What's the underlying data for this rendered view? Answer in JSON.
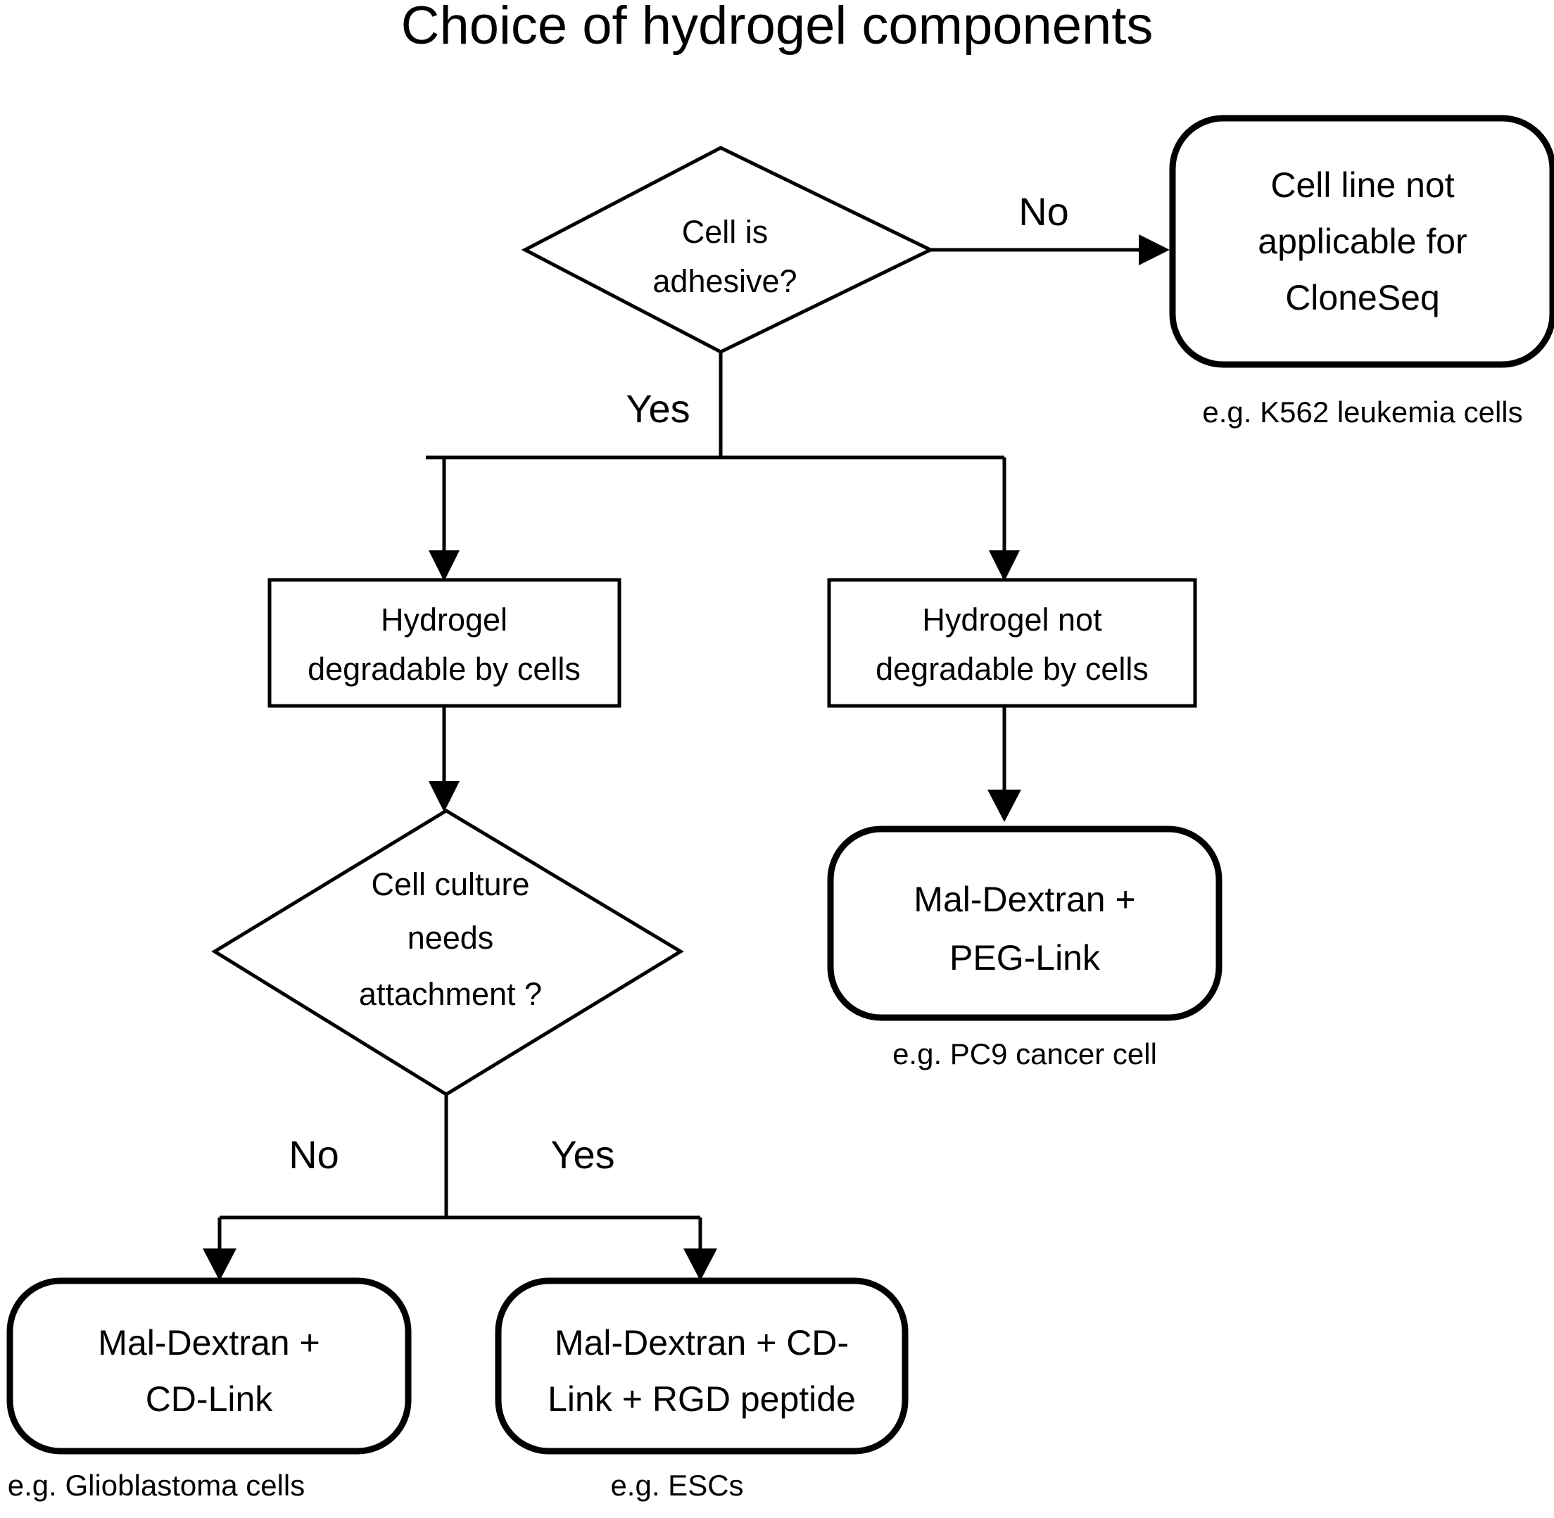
{
  "diagram": {
    "title": "Choice of hydrogel components",
    "type": "flowchart",
    "background_color": "#ffffff",
    "line_color": "#000000",
    "terminal_fill_color": "#E0E0E0",
    "process_fill_color": "#ffffff",
    "nodes": [
      {
        "id": "d1",
        "shape": "diamond",
        "lines": [
          "Cell is",
          "adhesive?"
        ],
        "line1": "Cell is",
        "line2": "adhesive?"
      },
      {
        "id": "t1",
        "shape": "rounded",
        "lines": [
          "Cell line not",
          "applicable for",
          "CloneSeq"
        ],
        "line1": "Cell line not",
        "line2": "applicable for",
        "line3": "CloneSeq",
        "caption": "e.g. K562 leukemia cells"
      },
      {
        "id": "p1",
        "shape": "rectangle",
        "lines": [
          "Hydrogel",
          "degradable by cells"
        ],
        "line1": "Hydrogel",
        "line2": "degradable by cells"
      },
      {
        "id": "p2",
        "shape": "rectangle",
        "lines": [
          "Hydrogel not",
          "degradable by cells"
        ],
        "line1": "Hydrogel not",
        "line2": "degradable by cells"
      },
      {
        "id": "d2",
        "shape": "diamond",
        "lines": [
          "Cell culture",
          "needs",
          "attachment ?"
        ],
        "line1": "Cell culture",
        "line2": "needs",
        "line3": "attachment ?"
      },
      {
        "id": "t2",
        "shape": "rounded",
        "lines": [
          "Mal-Dextran +",
          "PEG-Link"
        ],
        "line1": "Mal-Dextran +",
        "line2": "PEG-Link",
        "caption": "e.g. PC9 cancer cell"
      },
      {
        "id": "t3",
        "shape": "rounded",
        "lines": [
          "Mal-Dextran +",
          "CD-Link"
        ],
        "line1": "Mal-Dextran +",
        "line2": "CD-Link",
        "caption": "e.g. Glioblastoma cells"
      },
      {
        "id": "t4",
        "shape": "rounded",
        "lines": [
          "Mal-Dextran + CD-",
          "Link + RGD peptide"
        ],
        "line1": "Mal-Dextran + CD-",
        "line2": "Link + RGD peptide",
        "caption": "e.g. ESCs"
      }
    ],
    "edges": [
      {
        "id": "e1",
        "from": "d1",
        "to": "t1",
        "label": "No"
      },
      {
        "id": "e2",
        "from": "d1",
        "to": "p1",
        "label": "Yes"
      },
      {
        "id": "e3",
        "from": "d1",
        "to": "p2",
        "label": ""
      },
      {
        "id": "e4",
        "from": "p1",
        "to": "d2",
        "label": ""
      },
      {
        "id": "e5",
        "from": "p2",
        "to": "t2",
        "label": ""
      },
      {
        "id": "e6",
        "from": "d2",
        "to": "t3",
        "label": "No"
      },
      {
        "id": "e7",
        "from": "d2",
        "to": "t4",
        "label": "Yes"
      }
    ],
    "edge_labels": {
      "no_top": "No",
      "yes_top": "Yes",
      "no_bottom": "No",
      "yes_bottom": "Yes"
    }
  }
}
